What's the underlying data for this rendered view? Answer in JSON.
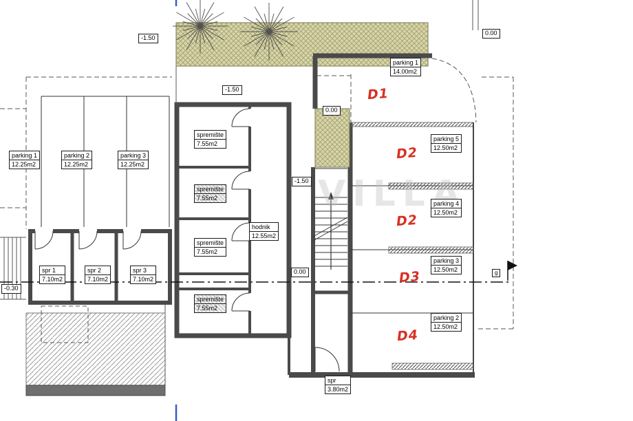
{
  "watermark": "VILLA",
  "colors": {
    "accent_blue": "#3a5bc7",
    "mark_red": "#d93025",
    "hatch_tan": "#d8d5ab"
  },
  "levels": {
    "top_left": "-1.50",
    "top_right": "0.00",
    "building_top": "-1.50",
    "entry": "0.00",
    "stairs_top": "-1.50",
    "stairs_bottom": "0.00",
    "left_edge": "-0.30"
  },
  "left_parking": [
    {
      "name": "parking 1",
      "area": "12.25m2"
    },
    {
      "name": "parking 2",
      "area": "12.25m2"
    },
    {
      "name": "parking 3",
      "area": "12.25m2"
    }
  ],
  "left_rooms": [
    {
      "name": "spr 1",
      "area": "7.10m2"
    },
    {
      "name": "spr 2",
      "area": "7.10m2"
    },
    {
      "name": "spr 3",
      "area": "7.10m2"
    }
  ],
  "storage_rooms": [
    {
      "name": "spremište",
      "area": "7.55m2"
    },
    {
      "name": "spremište",
      "area": "7.55m2"
    },
    {
      "name": "spremište",
      "area": "7.55m2"
    },
    {
      "name": "spremište",
      "area": "7.55m2"
    }
  ],
  "corridor": {
    "name": "hodnik",
    "area": "12.55m2"
  },
  "right_parking_top": {
    "name": "parking 1",
    "area": "14.00m2"
  },
  "right_parking": [
    {
      "name": "parking 5",
      "area": "12.50m2"
    },
    {
      "name": "parking 4",
      "area": "12.50m2"
    },
    {
      "name": "parking 3",
      "area": "12.50m2"
    },
    {
      "name": "parking 2",
      "area": "12.50m2"
    }
  ],
  "small_room": {
    "name": "spr",
    "area": "3.80m2"
  },
  "red_marks": [
    "D1",
    "D2",
    "D2",
    "D3",
    "D4"
  ],
  "section_marker": "g"
}
